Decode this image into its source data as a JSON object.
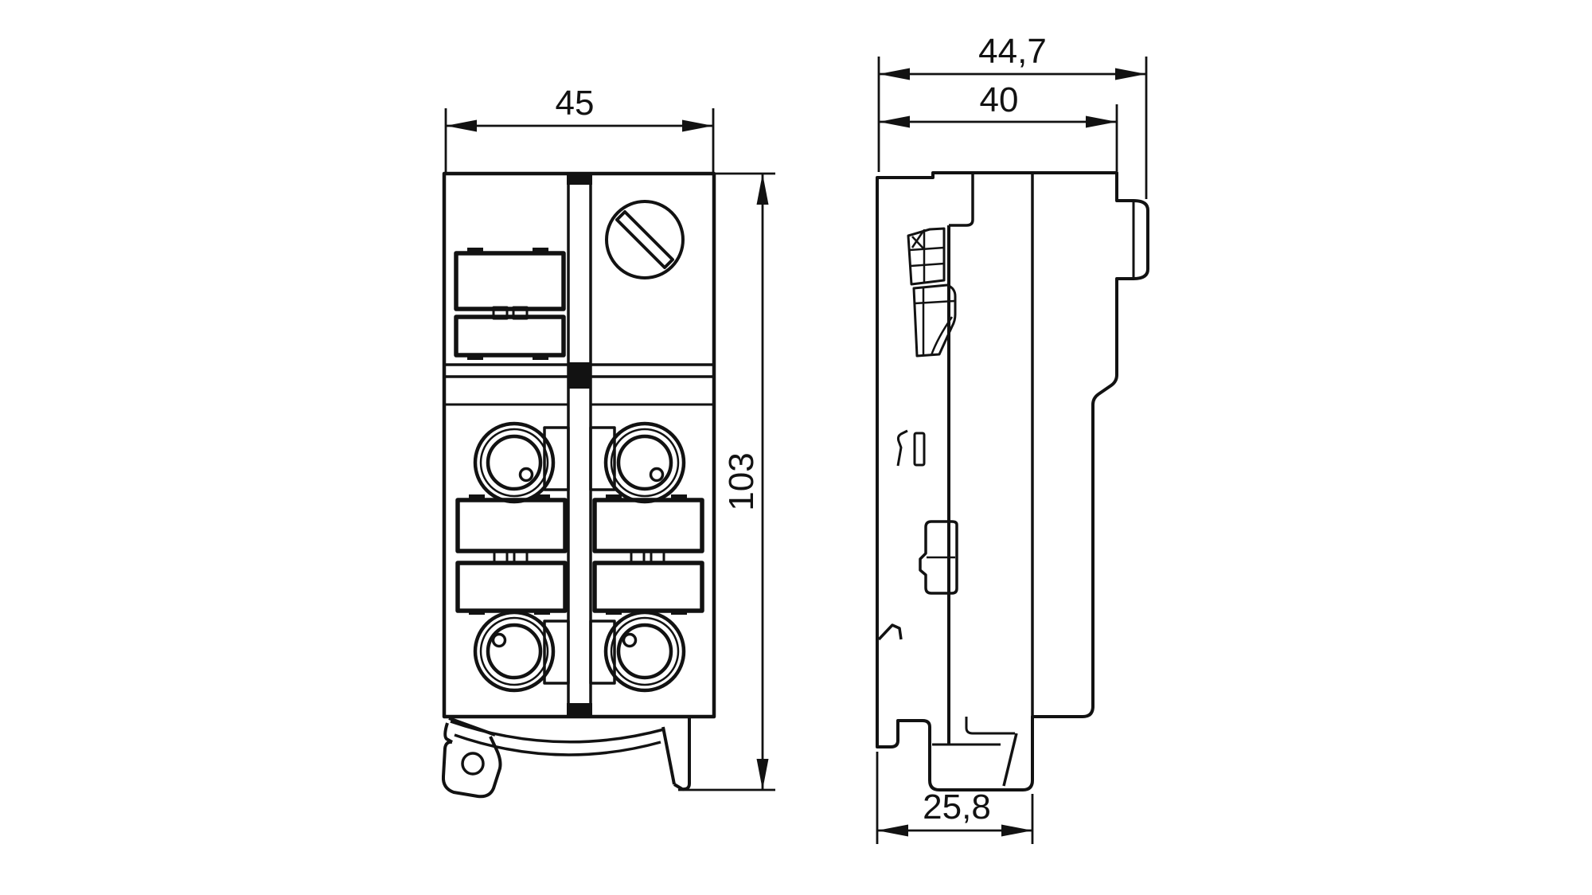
{
  "drawing_type": "dimensional-technical-drawing",
  "dimensions": {
    "front_width": "45",
    "front_height": "103",
    "side_depth_total": "44,7",
    "side_depth_body": "40",
    "din_foot_width": "25,8"
  },
  "colors": {
    "line": "#121212",
    "background": "#ffffff"
  }
}
